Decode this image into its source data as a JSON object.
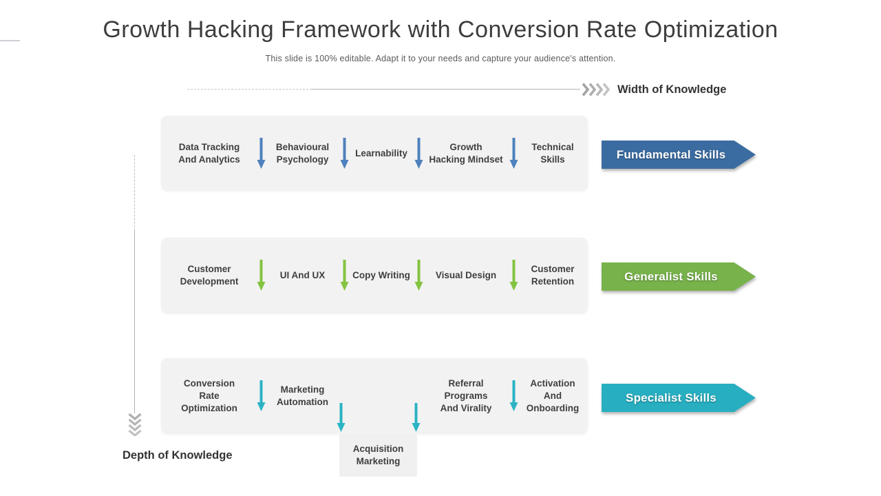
{
  "title": "Growth Hacking Framework with Conversion Rate Optimization",
  "subtitle": "This slide is 100% editable. Adapt it to your needs and capture your audience's attention.",
  "axes": {
    "width_label": "Width of Knowledge",
    "depth_label": "Depth of Knowledge"
  },
  "colors": {
    "fundamental_banner": "#3b6ca1",
    "fundamental_arrow": "#4e81bd",
    "generalist_banner": "#77b24a",
    "generalist_arrow": "#84c341",
    "specialist_banner": "#27aec0",
    "specialist_arrow": "#2bb3c4",
    "box_background": "#f2f2f2",
    "axis_gray": "#b2b2b2",
    "text_dark": "#3f3f3f"
  },
  "rows": [
    {
      "label": "Fundamental Skills",
      "cells": [
        "Data Tracking\nAnd Analytics",
        "Behavioural\nPsychology",
        "Learnability",
        "Growth\nHacking Mindset",
        "Technical\nSkills"
      ]
    },
    {
      "label": "Generalist Skills",
      "cells": [
        "Customer\nDevelopment",
        "UI And UX",
        "Copy Writing",
        "Visual Design",
        "Customer\nRetention"
      ]
    },
    {
      "label": "Specialist Skills",
      "cells": [
        "Conversion\nRate\nOptimization",
        "Marketing\nAutomation",
        "",
        "Referral\nPrograms\nAnd Virality",
        "Activation\nAnd\nOnboarding"
      ],
      "sub_cell": "Acquisition\nMarketing"
    }
  ]
}
